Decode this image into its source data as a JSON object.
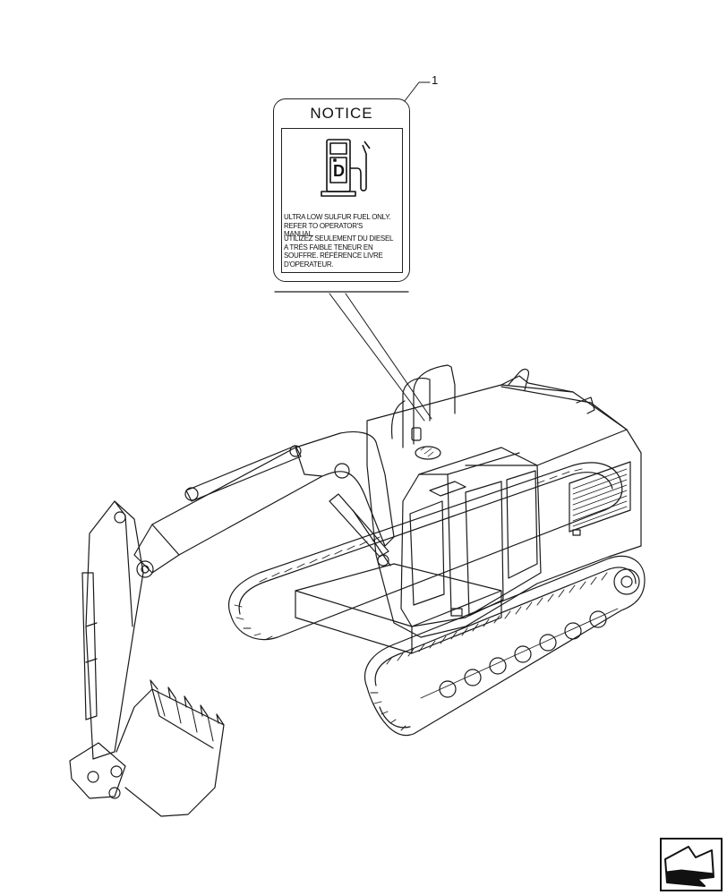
{
  "callout": {
    "number": "1"
  },
  "decal": {
    "title": "NOTICE",
    "icon": "fuel-pump-icon",
    "text_en": "ULTRA LOW SULFUR FUEL ONLY. REFER TO OPERATOR'S MANUAL.",
    "text_fr": "UTILIZEZ SEULEMENT DU DIESEL A TRÉS FAIBLE TENEUR EN SOUFFRE. RÉFÉRENCE LIVRE D'OPERATEUR."
  },
  "illustration": {
    "subject": "excavator-line-drawing"
  },
  "navigation": {
    "icon": "next-page-arrow-icon"
  }
}
